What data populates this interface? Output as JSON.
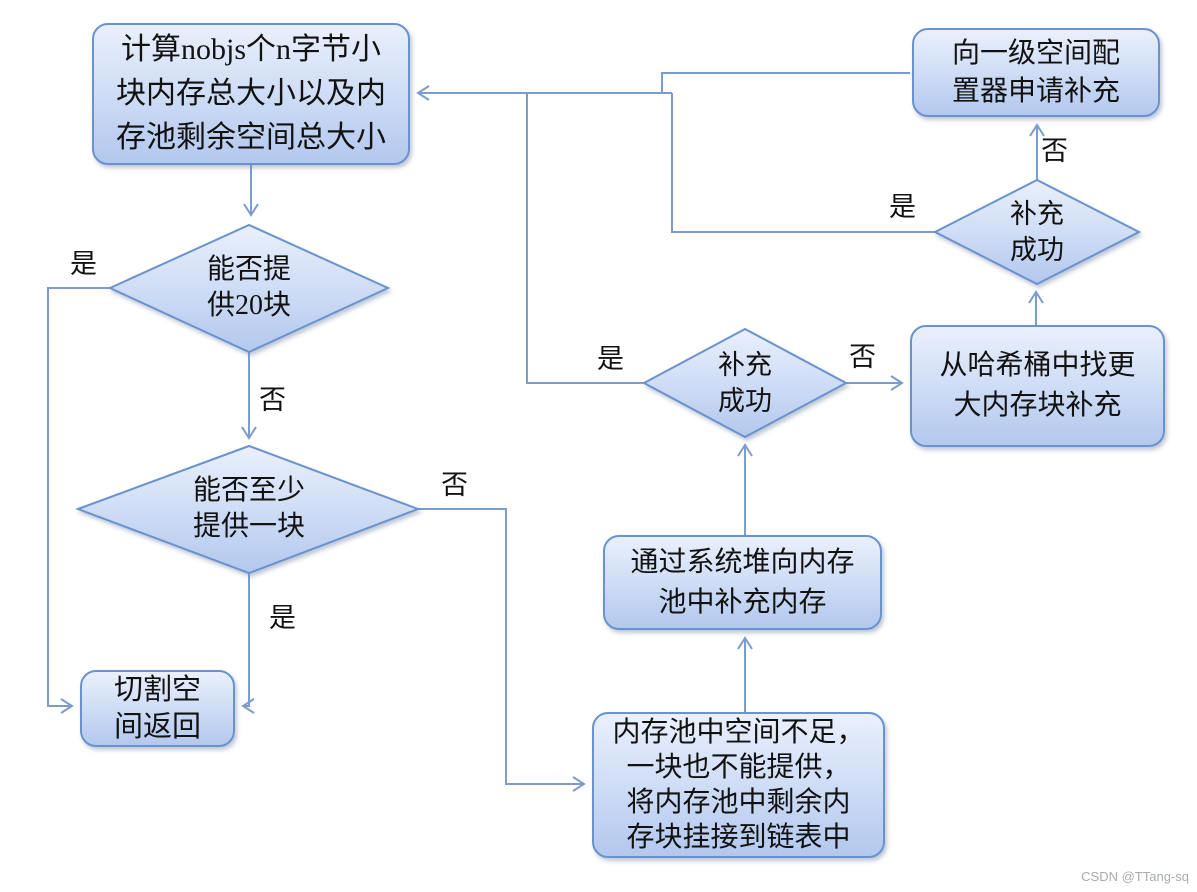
{
  "watermark": "CSDN @TTang-sq",
  "colors": {
    "node_border": "#6a92cc",
    "node_fill_top": "#eaf0fc",
    "node_fill_bottom": "#b3c8ee",
    "connector": "#7b9cce",
    "text": "#121212",
    "watermark": "#a8abaf"
  },
  "nodes": {
    "compute_total": {
      "lines": [
        "计算nobjs个n字节小",
        "块内存总大小以及内",
        "存池剩余空间总大小"
      ]
    },
    "can_provide_20": {
      "lines": [
        "能否提",
        "供20块"
      ]
    },
    "can_provide_one": {
      "lines": [
        "能否至少",
        "提供一块"
      ]
    },
    "cut_return": {
      "lines": [
        "切割空",
        "间返回"
      ]
    },
    "refill_success_mid": {
      "lines": [
        "补充",
        "成功"
      ]
    },
    "heap_refill": {
      "lines": [
        "通过系统堆向内存",
        "池中补充内存"
      ]
    },
    "pool_insufficient": {
      "lines": [
        "内存池中空间不足，",
        "一块也不能提供，",
        "将内存池中剩余内",
        "存块挂接到链表中"
      ]
    },
    "hash_bucket": {
      "lines": [
        "从哈希桶中找更",
        "大内存块补充"
      ]
    },
    "refill_success_top": {
      "lines": [
        "补充",
        "成功"
      ]
    },
    "first_level_alloc": {
      "lines": [
        "向一级空间配",
        "置器申请补充"
      ]
    }
  },
  "edge_labels": {
    "provide20_yes": "是",
    "provide20_no": "否",
    "atleast1_yes": "是",
    "atleast1_no": "否",
    "refill_mid_yes": "是",
    "refill_mid_no": "否",
    "refill_top_yes": "是",
    "refill_top_no": "否"
  }
}
